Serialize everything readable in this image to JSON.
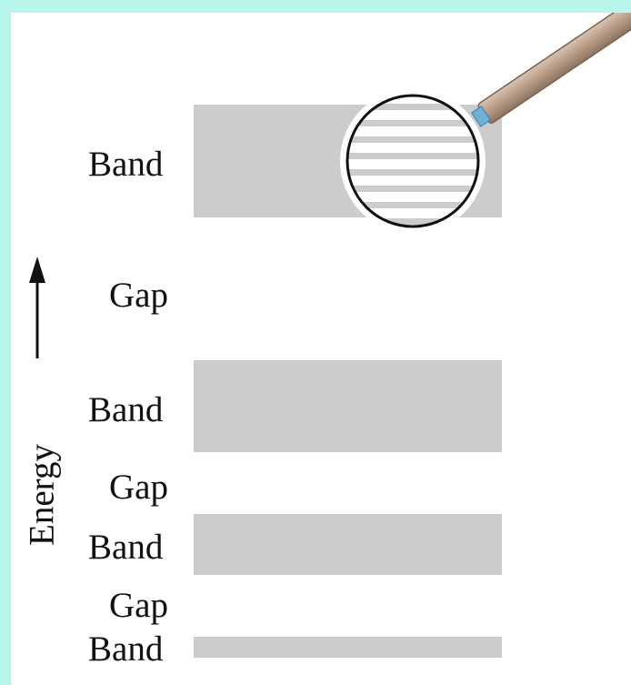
{
  "axis": {
    "label": "Energy"
  },
  "levels": [
    {
      "kind": "band",
      "label": "Band",
      "detail": "discrete closely spaced levels (magnified)"
    },
    {
      "kind": "gap",
      "label": "Gap"
    },
    {
      "kind": "band",
      "label": "Band"
    },
    {
      "kind": "gap",
      "label": "Gap"
    },
    {
      "kind": "band",
      "label": "Band"
    },
    {
      "kind": "gap",
      "label": "Gap"
    },
    {
      "kind": "band",
      "label": "Band"
    }
  ],
  "colors": {
    "frame": "#b8f5ec",
    "band": "#cccccc",
    "magnifier_handle": "#b79b85",
    "magnifier_collar": "#6fb0d8"
  },
  "icons": {
    "magnifier": "magnifying-glass-icon",
    "arrow": "arrow-up-icon"
  }
}
